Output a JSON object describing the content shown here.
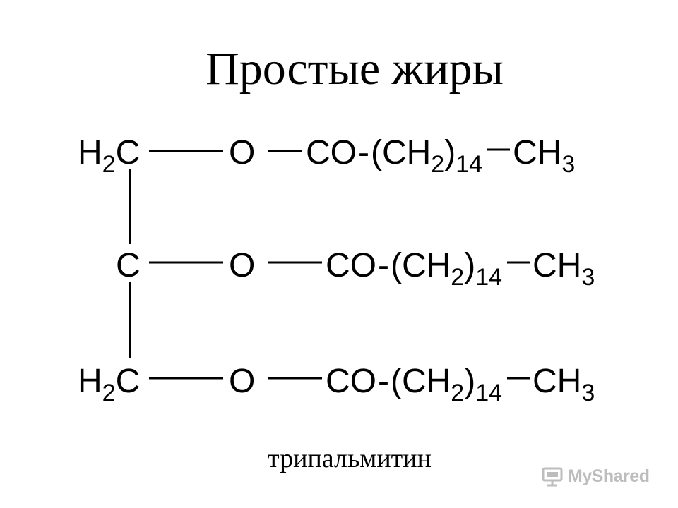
{
  "title": "Простые жиры",
  "caption": "трипальмитин",
  "watermark": {
    "text": "MyShared",
    "icon": "projector-icon",
    "color": "#bdbdbd"
  },
  "formula": {
    "rows": [
      {
        "carbon": "H2C",
        "oxygen": "O",
        "acyl": "CO-(CH2)14",
        "methyl": "CH3"
      },
      {
        "carbon": "C",
        "oxygen": "O",
        "acyl": "CO-(CH2)14",
        "methyl": "CH3"
      },
      {
        "carbon": "H2C",
        "oxygen": "O",
        "acyl": "CO-(CH2)14",
        "methyl": "CH3"
      }
    ]
  }
}
